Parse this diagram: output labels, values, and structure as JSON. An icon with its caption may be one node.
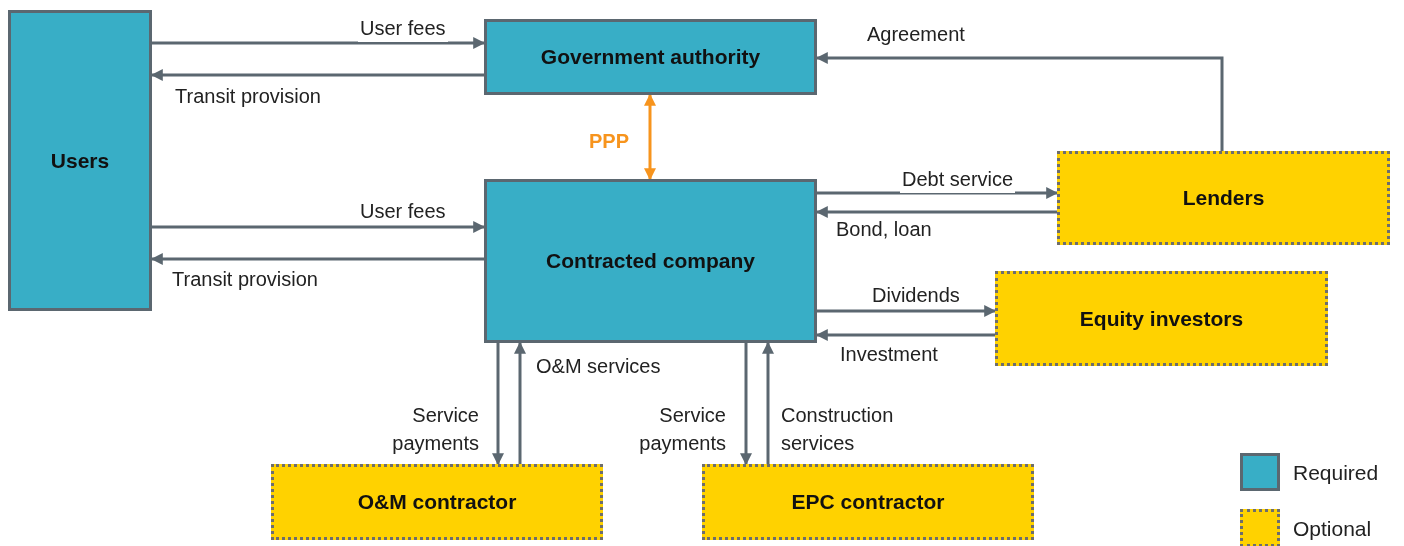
{
  "diagram": {
    "nodes": [
      {
        "text": [
          "Users"
        ]
      },
      {
        "text": [
          "Government authority"
        ]
      },
      {
        "text": [
          "Contracted company"
        ]
      },
      {
        "text": [
          "Lenders"
        ]
      },
      {
        "text": [
          "Equity investors"
        ]
      },
      {
        "text": [
          "O&M contractor"
        ]
      },
      {
        "text": [
          "EPC contractor"
        ]
      }
    ],
    "edges": [
      {
        "from": 0,
        "to": 1,
        "arrow": "to",
        "label": "User fees"
      },
      {
        "from": 1,
        "to": 0,
        "arrow": "to",
        "label": "Transit provision"
      },
      {
        "from": 1,
        "to": 2,
        "arrow": "both",
        "label": "PPP",
        "color": "#f7941d"
      },
      {
        "from": 0,
        "to": 2,
        "arrow": "to",
        "label": "User fees"
      },
      {
        "from": 2,
        "to": 0,
        "arrow": "to",
        "label": "Transit provision"
      },
      {
        "from": 2,
        "to": 3,
        "arrow": "to",
        "label": "Debt service"
      },
      {
        "from": 3,
        "to": 2,
        "arrow": "to",
        "label": "Bond, loan"
      },
      {
        "from": 3,
        "to": 1,
        "arrow": "to",
        "label": "Agreement"
      },
      {
        "from": 2,
        "to": 4,
        "arrow": "to",
        "label": "Dividends"
      },
      {
        "from": 4,
        "to": 2,
        "arrow": "to",
        "label": "Investment"
      },
      {
        "from": 2,
        "to": 5,
        "arrow": "to",
        "label": "Service payments"
      },
      {
        "from": 5,
        "to": 2,
        "arrow": "to",
        "label": "O&M services"
      },
      {
        "from": 2,
        "to": 6,
        "arrow": "to",
        "label": "Service payments"
      },
      {
        "from": 6,
        "to": 2,
        "arrow": "to",
        "label": "Construction services"
      }
    ],
    "legend": [
      {
        "text": "Required",
        "color": "#38aec6"
      },
      {
        "text": "Optional",
        "color": "#ffd200"
      }
    ]
  }
}
